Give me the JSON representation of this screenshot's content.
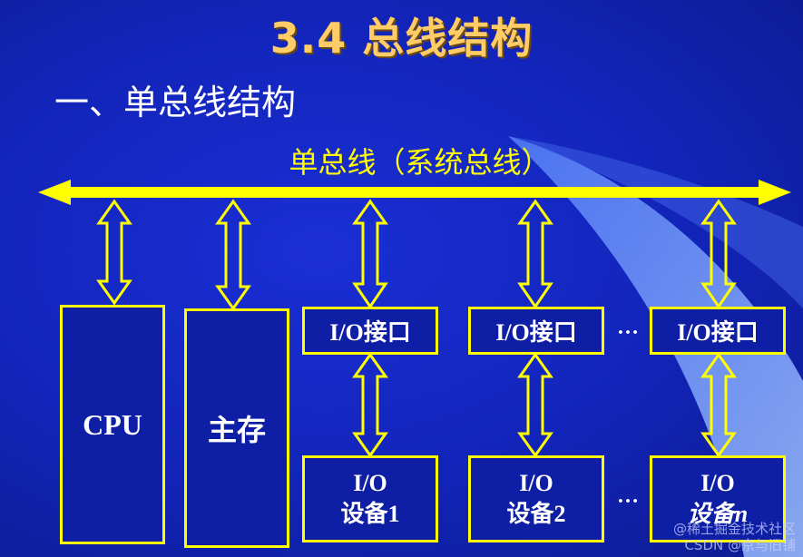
{
  "title": "3.4  总线结构",
  "subtitle": "一、单总线结构",
  "bus_label": "单总线（系统总线）",
  "components": {
    "cpu": "CPU",
    "memory": "主存",
    "io_interface": [
      "I/O接口",
      "I/O接口",
      "I/O接口"
    ],
    "io_devices": [
      {
        "line1": "I/O",
        "line2": "设备1"
      },
      {
        "line1": "I/O",
        "line2": "设备2"
      },
      {
        "line1": "I/O",
        "line2": "设备n"
      }
    ],
    "ellipsis": "…"
  },
  "watermark": {
    "line1": "@稀土掘金技术社区",
    "line2": "CSDN @京与旧铺"
  },
  "colors": {
    "background": "#1224b8",
    "bus": "#ffff00",
    "title": "#ffcc66",
    "text": "#ffffff"
  }
}
